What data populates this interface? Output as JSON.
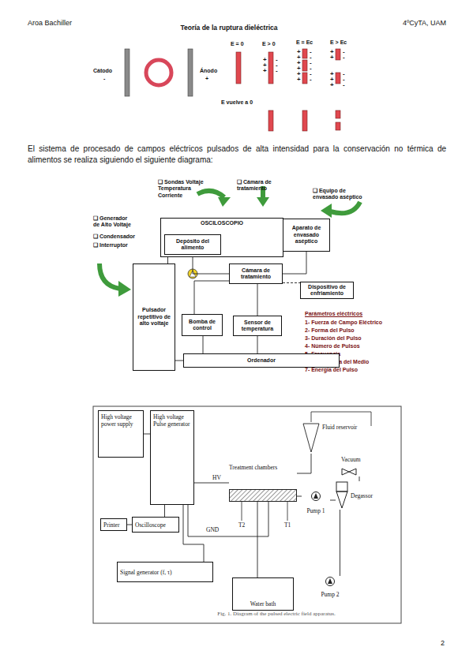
{
  "diagram": {
    "title": "Teoría de la ruptura dieléctrica",
    "caption": "Fig. 1. Diagram of the pulsed electric field apparatus.",
    "nodes": [
      {
        "text": [
          "OSCILOSCOPIO"
        ]
      },
      {
        "text": [
          "Depósito del alimento"
        ],
        "in": 0
      },
      {
        "text": [
          "Aparato de envasado aséptico"
        ]
      },
      {
        "text": [
          "Cámara de tratamiento"
        ]
      },
      {
        "text": [
          "Dispositivo de enfriamiento"
        ]
      },
      {
        "text": [
          "Pulsador repetitivo de alto voltaje"
        ]
      },
      {
        "text": [
          "Bomba de control"
        ]
      },
      {
        "text": [
          "Sensor de temperatura"
        ]
      },
      {
        "text": [
          "Ordenador"
        ]
      },
      {
        "text": [
          "High voltage power supply"
        ]
      },
      {
        "text": [
          "High voltage Pulse generator"
        ]
      },
      {
        "text": [
          "Printer"
        ]
      },
      {
        "text": [
          "Oscilloscope"
        ]
      },
      {
        "text": [
          "Signal generator (f, τ)"
        ]
      },
      {
        "text": [
          "Treatment chambers"
        ]
      },
      {
        "text": [
          "Water bath"
        ]
      },
      {
        "text": [
          "Fluid reservoir"
        ]
      },
      {
        "text": [
          "Vacuum"
        ]
      },
      {
        "text": [
          "Degassor"
        ]
      },
      {
        "text": [
          "Pump 1"
        ]
      },
      {
        "text": [
          "Pump 2"
        ]
      }
    ],
    "edges": [
      {
        "from": 1,
        "to": 3,
        "arrow": "none"
      },
      {
        "from": 3,
        "to": 2,
        "arrow": "none"
      },
      {
        "from": 3,
        "to": 4,
        "arrow": "none"
      },
      {
        "from": 0,
        "to": 5,
        "arrow": "none"
      },
      {
        "from": 6,
        "to": 3,
        "arrow": "none"
      },
      {
        "from": 7,
        "to": 3,
        "arrow": "none"
      },
      {
        "from": 5,
        "to": 8,
        "arrow": "none"
      },
      {
        "from": 6,
        "to": 8,
        "arrow": "none"
      },
      {
        "from": 7,
        "to": 8,
        "arrow": "none"
      },
      {
        "from": 9,
        "to": 10,
        "arrow": "none"
      },
      {
        "from": 10,
        "to": 14,
        "arrow": "none"
      },
      {
        "from": 10,
        "to": 14,
        "arrow": "none"
      },
      {
        "from": 12,
        "to": 10,
        "arrow": "none"
      },
      {
        "from": 11,
        "to": 12,
        "arrow": "none"
      },
      {
        "from": 13,
        "to": 10,
        "arrow": "none"
      },
      {
        "from": 15,
        "to": 14,
        "arrow": "none"
      },
      {
        "from": 14,
        "to": 16,
        "arrow": "none"
      },
      {
        "from": 19,
        "to": 14,
        "arrow": "none"
      },
      {
        "from": 18,
        "to": 19,
        "arrow": "none"
      },
      {
        "from": 17,
        "to": 18,
        "arrow": "none"
      },
      {
        "from": 20,
        "to": 18,
        "arrow": "none"
      }
    ],
    "labels": [
      "Aroa Bachiller",
      "4ºCyTA, UAM",
      "Cátodo",
      "-",
      "Ánodo",
      "+",
      "E = 0",
      "E > 0",
      "E = Ec",
      "E > Ec",
      "E vuelve a 0",
      "+ + +",
      "- - -",
      "+ + + + + +",
      "- - - - - -",
      "+ +",
      "- -",
      "+ + +",
      "- - -",
      "El sistema de procesado de campos eléctricos pulsados de alta intensidad para la conservación no térmica de alimentos se realiza siguiendo el siguiente diagrama:",
      "❑ Sondas Voltaje Temperatura Corriente",
      "❑ Cámara de tratamiento",
      "❑ Equipo de envasado aséptico",
      "❑ Generador de Alto Voltaje",
      "❑ Condensador",
      "❑ Interruptor",
      "Parámetros eléctricos",
      "1- Fuerza de Campo Eléctrico",
      "2- Forma del Pulso",
      "3- Duración del Pulso",
      "4- Número de Pulsos",
      "5- Frecuencia",
      "6- Resistencia del Medio",
      "7- Energía del Pulso",
      "HV",
      "GND",
      "T2",
      "T1",
      "2"
    ]
  }
}
